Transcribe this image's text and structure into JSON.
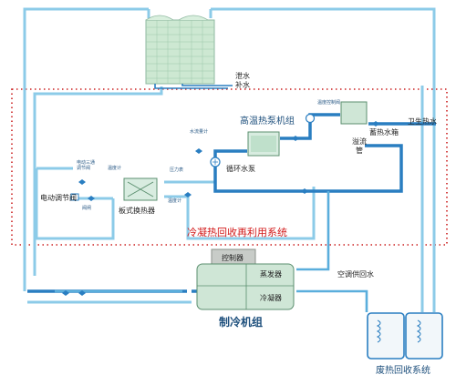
{
  "labels": {
    "makeup_water": "补水",
    "drain_water": "泄水",
    "heat_pump_unit": "高温热泵机组",
    "domestic_hot_water": "卫生热水",
    "storage_tank": "蓄热水箱",
    "overflow_pipe": "溢流管",
    "temp_control_valve": "温度控制阀",
    "flow_meter": "水流量计",
    "circulation_pump": "循环水泵",
    "electric_3way_valve_l1": "电动三通",
    "electric_3way_valve_l2": "调节阀",
    "thermometer_1": "温度计",
    "pressure_gauge": "压力表",
    "thermometer_2": "温度计",
    "motorized_valve": "电动调节阀",
    "valve": "阀闸",
    "plate_heat_exchanger": "板式换热器",
    "system_title": "冷凝热回收再利用系统",
    "control_box": "控制器",
    "evaporator": "蒸发器",
    "condenser": "冷凝器",
    "ac_supply_return": "空调供回水",
    "chiller_unit": "制冷机组",
    "waste_heat_recovery": "废热回收系统"
  },
  "colors": {
    "pipe_light": "#8ccbe8",
    "pipe_dark": "#2a7ec1",
    "pipe_mid": "#5aaedc",
    "dotted_border": "#cc1f1f",
    "title_red": "#d21a1a",
    "label_blue": "#1d4f7c"
  }
}
